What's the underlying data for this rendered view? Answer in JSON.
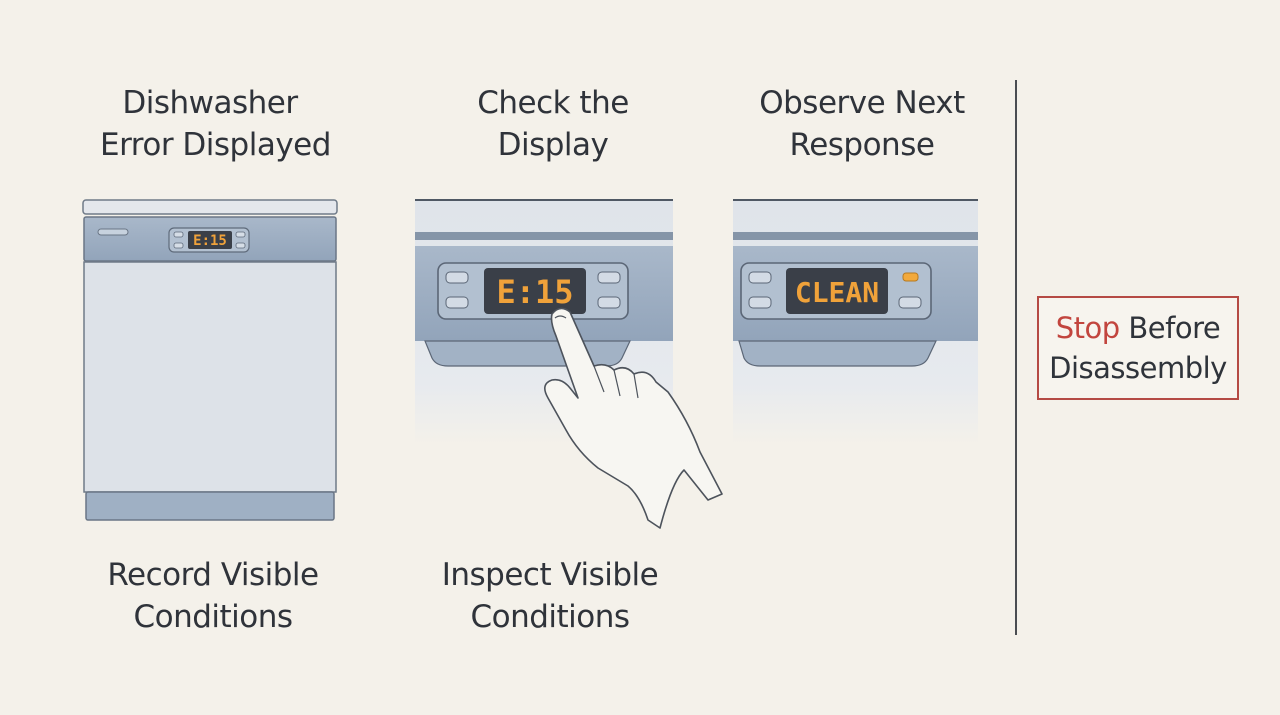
{
  "steps": [
    {
      "title_line1": "Dishwasher",
      "title_line2": "Error Displayed",
      "display_text": "E:15",
      "caption_line1": "Record Visible",
      "caption_line2": "Conditions"
    },
    {
      "title_line1": "Check the",
      "title_line2": "Display",
      "display_text": "E:15",
      "caption_line1": "Inspect Visible",
      "caption_line2": "Conditions"
    },
    {
      "title_line1": "Observe Next",
      "title_line2": "Response",
      "display_text": "CLEAN"
    }
  ],
  "stop": {
    "highlight": "Stop",
    "rest_line1": "Before",
    "line2": "Disassembly"
  },
  "colors": {
    "lcd_text": "#f0a23a",
    "stop_accent": "#c2453e",
    "appliance": "#9fb0c4"
  },
  "icons": {
    "pointer": "pointing-hand-icon",
    "indicator": "status-led-icon"
  }
}
